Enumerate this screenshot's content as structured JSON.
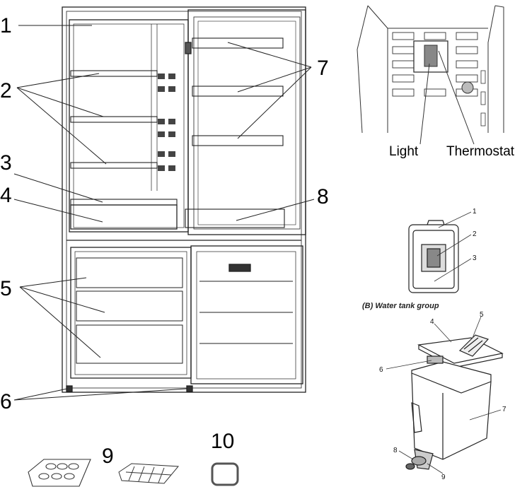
{
  "fridge": {
    "callouts": [
      "1",
      "2",
      "3",
      "4",
      "5",
      "6",
      "7",
      "8"
    ]
  },
  "accessories": {
    "labels": [
      "9",
      "10"
    ]
  },
  "light_thermostat": {
    "light_label": "Light",
    "thermostat_label": "Thermostat"
  },
  "water_tank": {
    "upper_numbers": [
      "1",
      "2",
      "3"
    ],
    "caption": "(B) Water tank group",
    "lower_numbers": [
      "4",
      "5",
      "6",
      "7",
      "8",
      "9"
    ]
  }
}
